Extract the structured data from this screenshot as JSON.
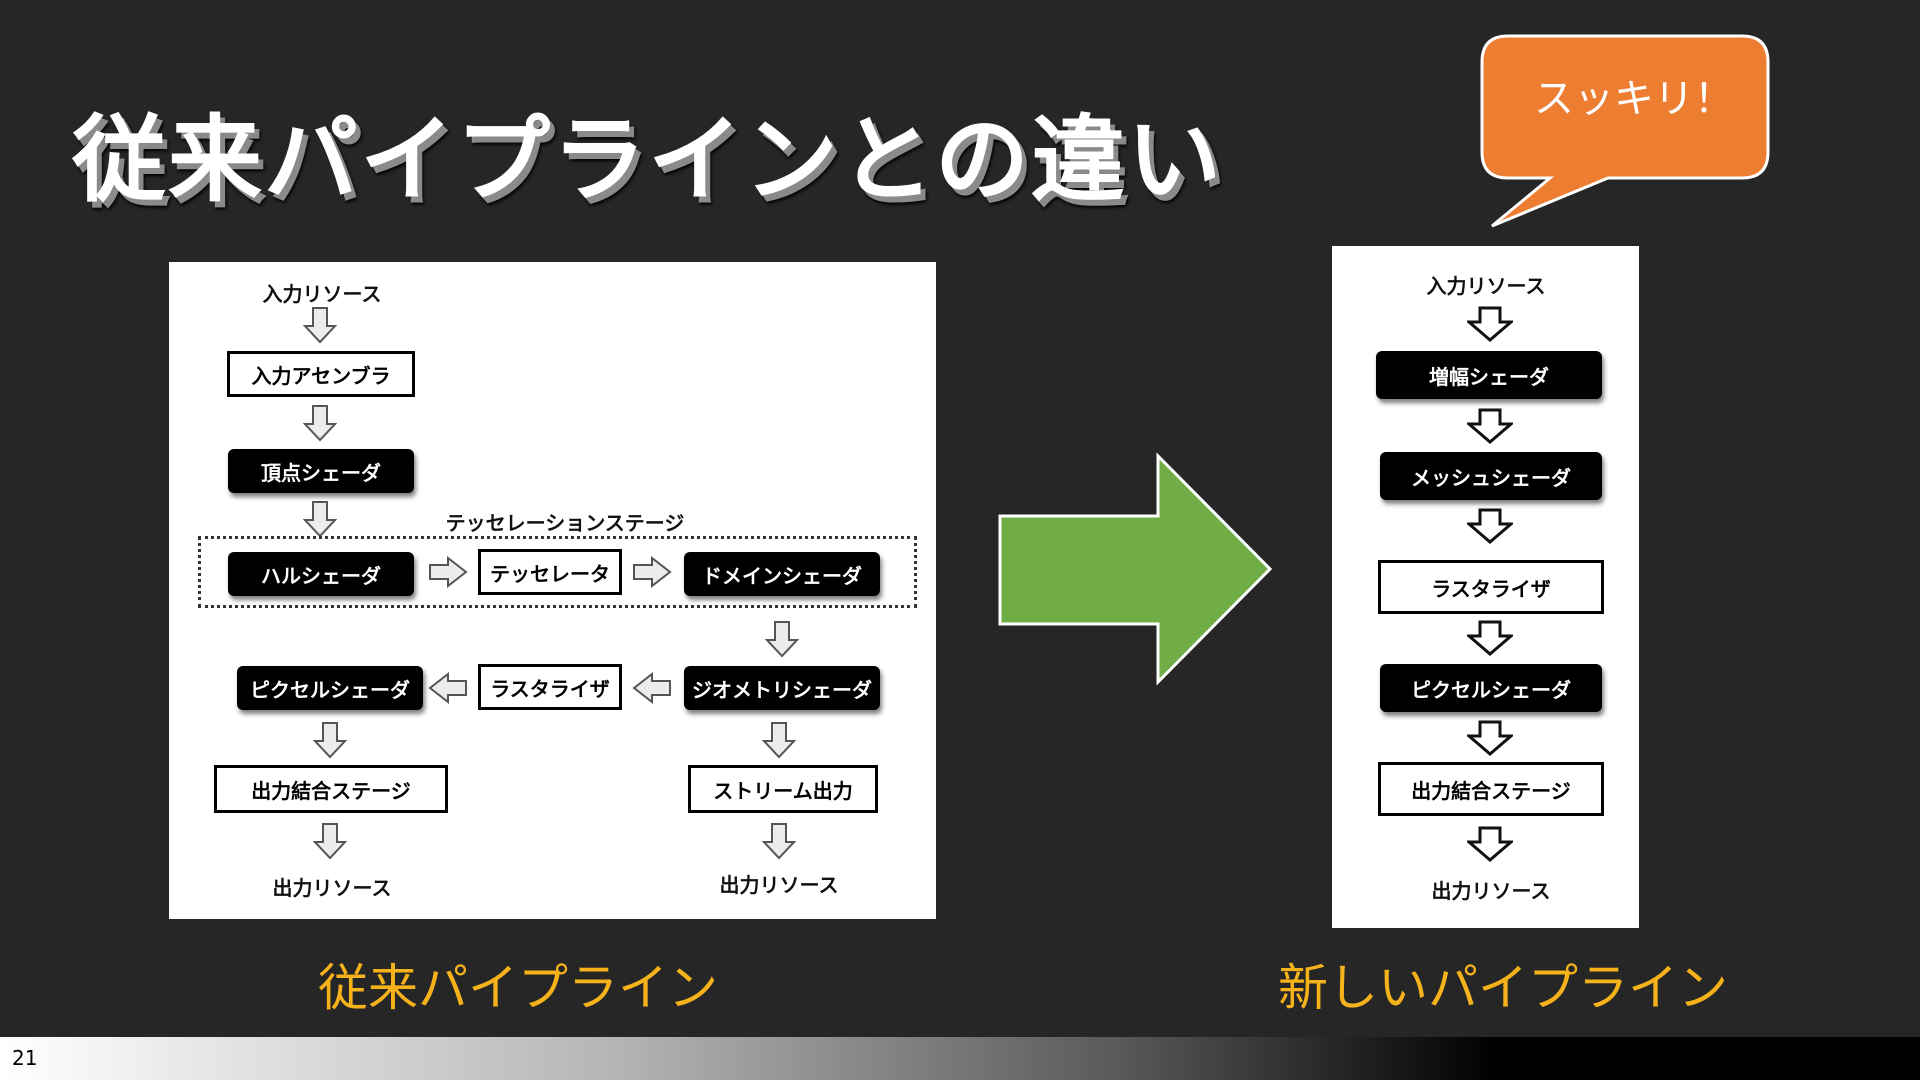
{
  "slide": {
    "title": "従来パイプラインとの違い",
    "page_number": "21",
    "colors": {
      "background": "#262626",
      "caption": "#f5b21b",
      "bubble": "#ed7d31",
      "arrow": "#70ad47"
    }
  },
  "bubble": {
    "text": "スッキリ！"
  },
  "legacy": {
    "caption": "従来パイプライン",
    "input": "入力リソース",
    "input_assembler": "入力アセンブラ",
    "vertex_shader": "頂点シェーダ",
    "tess_stage_label": "テッセレーションステージ",
    "hull_shader": "ハルシェーダ",
    "tessellator": "テッセレータ",
    "domain_shader": "ドメインシェーダ",
    "geometry_shader": "ジオメトリシェーダ",
    "rasterizer": "ラスタライザ",
    "pixel_shader": "ピクセルシェーダ",
    "output_merger": "出力結合ステージ",
    "stream_output": "ストリーム出力",
    "output_left": "出力リソース",
    "output_right": "出力リソース"
  },
  "modern": {
    "caption": "新しいパイプライン",
    "input": "入力リソース",
    "amplification_shader": "増幅シェーダ",
    "mesh_shader": "メッシュシェーダ",
    "rasterizer": "ラスタライザ",
    "pixel_shader": "ピクセルシェーダ",
    "output_merger": "出力結合ステージ",
    "output": "出力リソース"
  },
  "icons": {
    "flow_arrow": "hollow-block-arrow-icon",
    "transition_arrow": "big-right-arrow-icon",
    "callout": "speech-bubble-icon"
  }
}
